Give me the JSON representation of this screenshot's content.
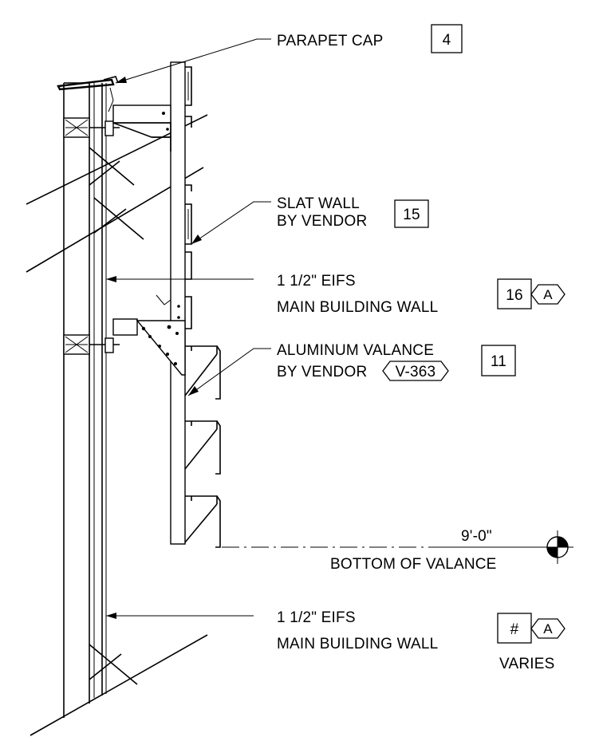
{
  "callouts": {
    "parapet_cap": {
      "text": "PARAPET CAP",
      "tag": "4"
    },
    "slat_wall": {
      "line1": "SLAT WALL",
      "line2": "BY VENDOR",
      "tag": "15"
    },
    "eifs_upper": {
      "line1": "1 1/2\" EIFS",
      "line2": "MAIN BUILDING WALL",
      "tag": "16",
      "rev": "A"
    },
    "valance": {
      "line1": "ALUMINUM VALANCE",
      "line2": "BY VENDOR",
      "hex": "V-363",
      "tag": "11"
    },
    "elevation": {
      "value": "9'-0\"",
      "label": "BOTTOM OF VALANCE"
    },
    "eifs_lower": {
      "line1": "1 1/2\" EIFS",
      "line2": "MAIN BUILDING WALL",
      "tag": "#",
      "rev": "A",
      "note": "VARIES"
    }
  }
}
